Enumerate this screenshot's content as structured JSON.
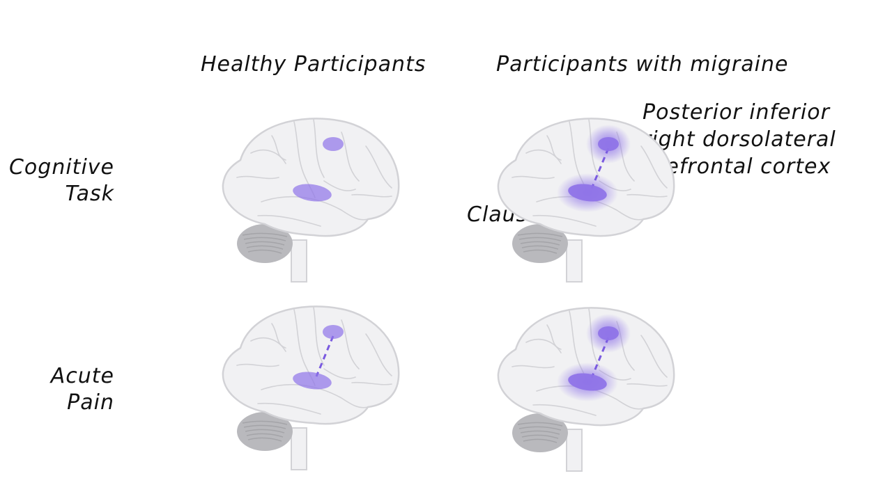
{
  "columns": {
    "healthy": "Healthy Participants",
    "migraine": "Participants with migraine"
  },
  "rows": {
    "cognitive": [
      "Cognitive",
      "Task"
    ],
    "pain": [
      "Acute",
      "Pain"
    ]
  },
  "regions": {
    "dlpfc": [
      "Posterior inferior",
      "right dorsolateral",
      "prefrontal cortex"
    ],
    "claustrum": "Claustrum"
  },
  "colors": {
    "brain_fill": "#f1f1f3",
    "brain_outline": "#d2d2d6",
    "cerebellum": "#b9b9bd",
    "activation": "#8f74e8",
    "connection": "#7a5ae0"
  },
  "panels": [
    {
      "row": "cognitive-task",
      "group": "healthy",
      "connected": false,
      "enhanced": false
    },
    {
      "row": "cognitive-task",
      "group": "migraine",
      "connected": true,
      "enhanced": true
    },
    {
      "row": "acute-pain",
      "group": "healthy",
      "connected": true,
      "enhanced": false
    },
    {
      "row": "acute-pain",
      "group": "migraine",
      "connected": true,
      "enhanced": true
    }
  ]
}
